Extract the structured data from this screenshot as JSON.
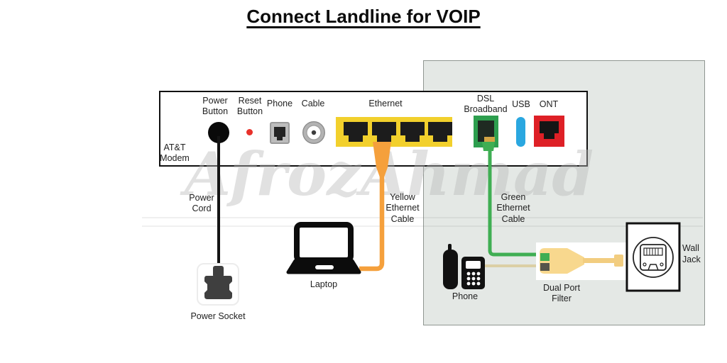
{
  "title": "Connect Landline for VOIP",
  "watermark": "AfrozAhmad",
  "modem": {
    "name": "AT&T\nModem",
    "ports": [
      {
        "id": "power-button",
        "label": "Power\nButton"
      },
      {
        "id": "reset-button",
        "label": "Reset\nButton"
      },
      {
        "id": "phone",
        "label": "Phone"
      },
      {
        "id": "cable",
        "label": "Cable"
      },
      {
        "id": "ethernet",
        "label": "Ethernet"
      },
      {
        "id": "dsl-broadband",
        "label": "DSL\nBroadband"
      },
      {
        "id": "usb",
        "label": "USB"
      },
      {
        "id": "ont",
        "label": "ONT"
      }
    ]
  },
  "labels": {
    "power_cord": "Power\nCord",
    "power_socket": "Power Socket",
    "laptop": "Laptop",
    "yellow_cable": "Yellow\nEthernet\nCable",
    "green_cable": "Green\nEthernet\nCable",
    "phone": "Phone",
    "dual_port_filter": "Dual Port\nFilter",
    "wall_jack": "Wall\nJack"
  },
  "colors": {
    "yellow": "#f2d02c",
    "orange": "#f5a03c",
    "green_port": "#2d9e4e",
    "green_cable": "#3fae53",
    "blue": "#2aa7e0",
    "red": "#de2026",
    "filter_body": "#f8d88e",
    "filter_cable": "#f2cd80",
    "tan_cable": "#dbcfa5",
    "panel": "#e4e8e5"
  }
}
